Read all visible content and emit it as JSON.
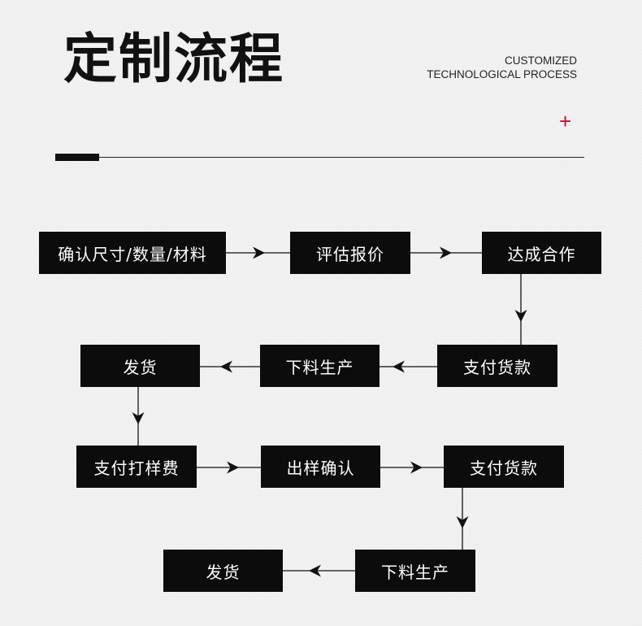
{
  "header": {
    "title": "定制流程",
    "subtitle_line1": "CUSTOMIZED",
    "subtitle_line2": "TECHNOLOGICAL PROCESS",
    "plus_mark": "+",
    "accent_color": "#c8102e"
  },
  "flow": {
    "steps": [
      "确认尺寸/数量/材料",
      "评估报价",
      "达成合作",
      "支付货款",
      "下料生产",
      "发货",
      "支付打样费",
      "出样确认",
      "支付货款",
      "下料生产",
      "发货"
    ]
  }
}
